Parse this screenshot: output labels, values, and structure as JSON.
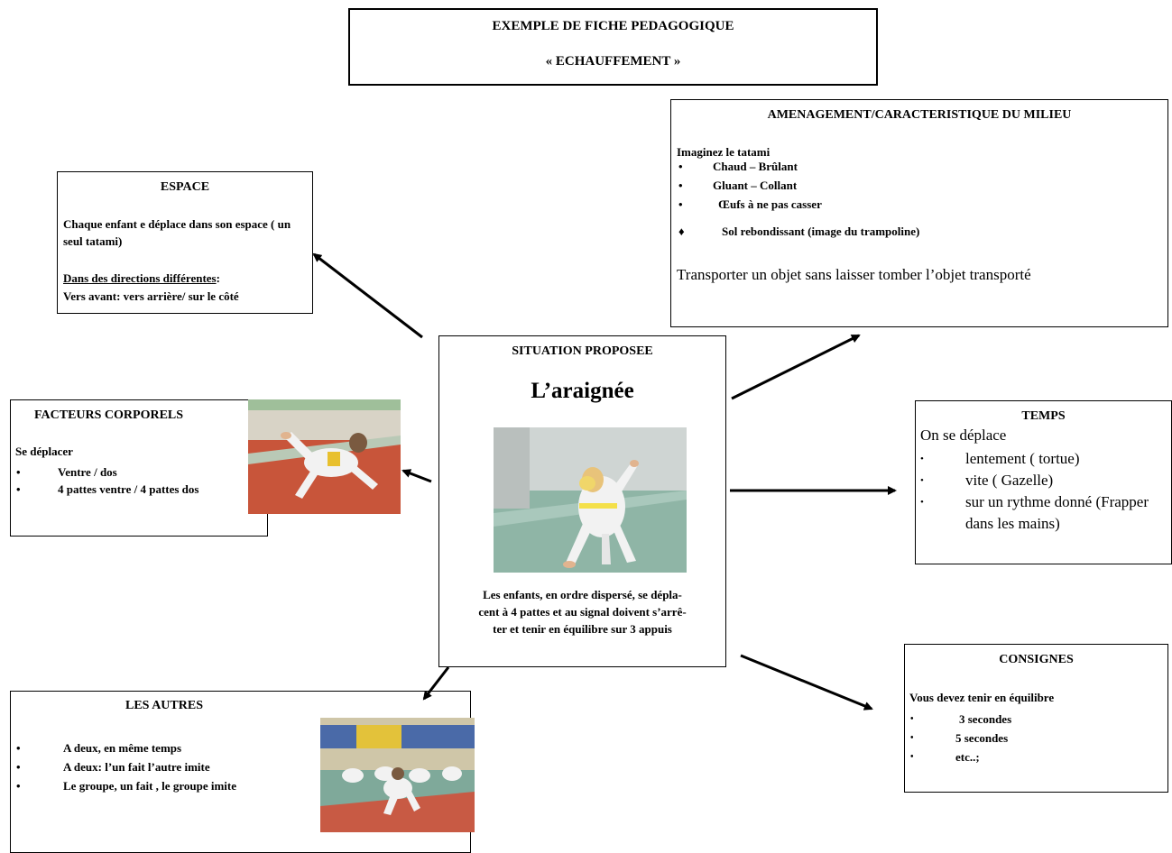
{
  "header": {
    "title": "EXEMPLE DE FICHE PEDAGOGIQUE",
    "subtitle": "« ECHAUFFEMENT »"
  },
  "amenagement": {
    "title": "AMENAGEMENT/CARACTERISTIQUE DU MILIEU",
    "intro": "Imaginez le tatami",
    "items": [
      "Chaud – Brûlant",
      "Gluant – Collant",
      "Œufs à ne pas casser",
      "Sol rebondissant (image du trampoline)"
    ],
    "transport": "Transporter un objet sans laisser tomber l’objet transporté"
  },
  "espace": {
    "title": "ESPACE",
    "text": "Chaque enfant e déplace dans son espace ( un seul tatami)",
    "directions_label": "Dans des directions différentes",
    "directions_colon": ":",
    "directions_text": "Vers avant: vers arrière/ sur le côté"
  },
  "situation": {
    "title": "SITUATION PROPOSEE",
    "name": "L’araignée",
    "line1": "Les enfants, en ordre dispersé, se dépla-",
    "line2": "cent à 4 pattes et au signal doivent s’arrê-",
    "line3": "ter et tenir en équilibre sur 3 appuis"
  },
  "facteurs": {
    "title": "FACTEURS CORPORELS",
    "intro": "Se déplacer",
    "items": [
      "Ventre / dos",
      "4 pattes ventre / 4 pattes dos"
    ]
  },
  "temps": {
    "title": "TEMPS",
    "intro": "On se déplace",
    "items": [
      "lentement ( tortue)",
      "vite ( Gazelle)",
      "sur un rythme donné (Frapper dans les mains)"
    ]
  },
  "autres": {
    "title": "LES AUTRES",
    "items": [
      "A deux, en même temps",
      "A deux: l’un fait l’autre imite",
      "Le groupe, un fait , le groupe imite"
    ]
  },
  "consignes": {
    "title": "CONSIGNES",
    "intro": "Vous devez tenir en équilibre",
    "items": [
      "3 secondes",
      "5 secondes",
      "etc..;"
    ]
  },
  "bullet": "•",
  "bullet_diamond": "♦",
  "colors": {
    "mat_red": "#c8553a",
    "mat_green": "#8fb5a6",
    "wall": "#d9d6cf",
    "gi": "#f2f2f2"
  }
}
